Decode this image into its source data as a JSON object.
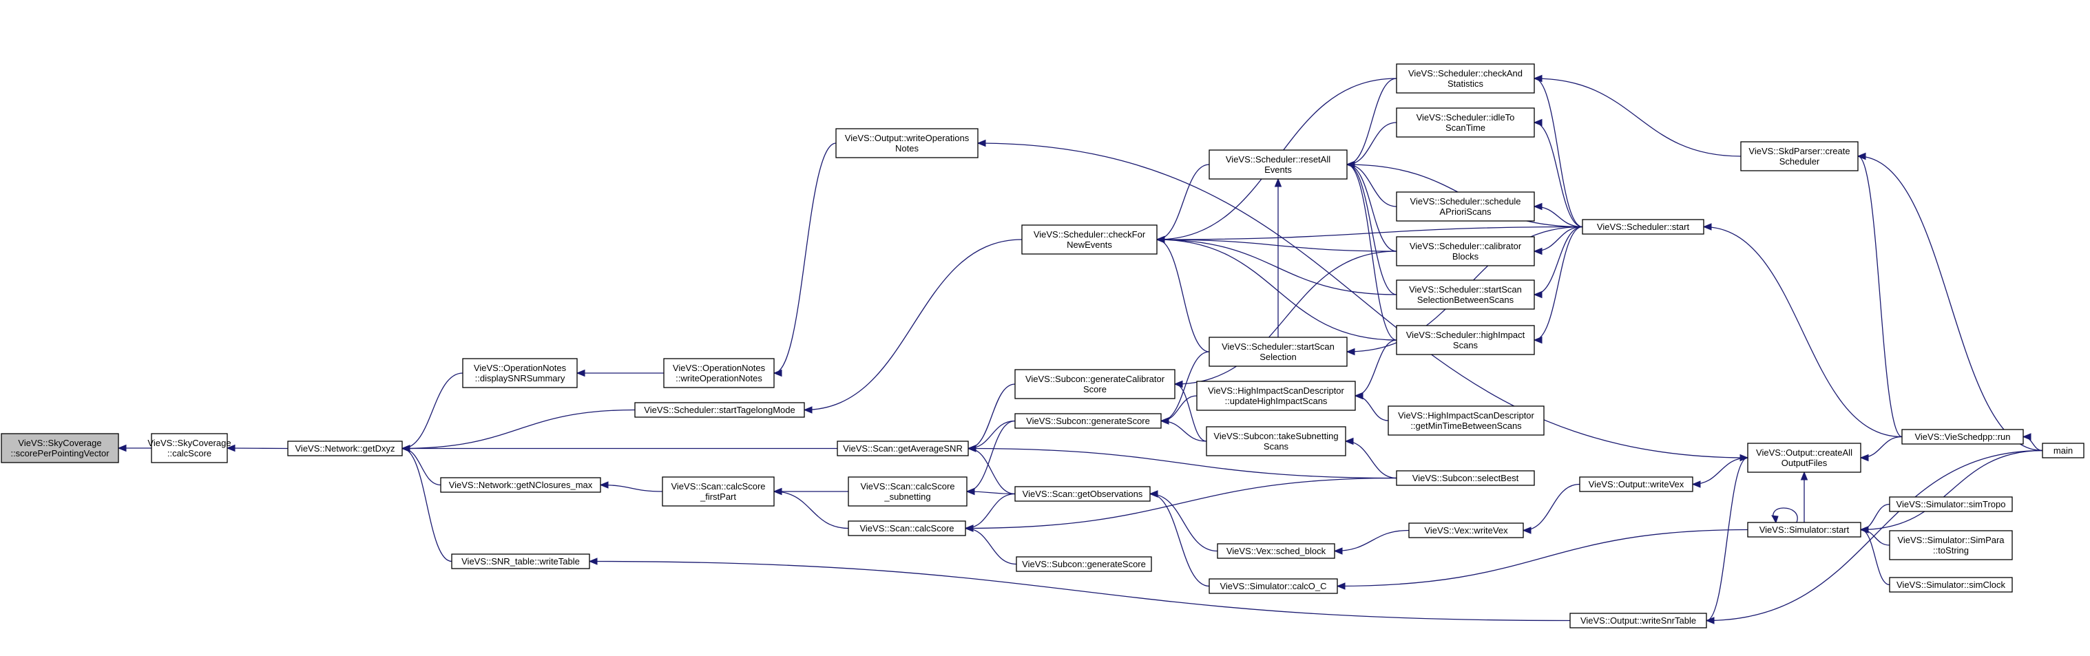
{
  "colors": {
    "edge": "#191970",
    "root_fill": "#bfbfbf",
    "node_border": "#000000"
  },
  "nodes": [
    {
      "id": "root",
      "lines": [
        "VieVS::SkyCoverage",
        "::scorePerPointingVector"
      ]
    },
    {
      "id": "sc_calc",
      "lines": [
        "VieVS::SkyCoverage",
        "::calcScore"
      ]
    },
    {
      "id": "getdxyz",
      "lines": [
        "VieVS::Network::getDxyz"
      ]
    },
    {
      "id": "on_disp",
      "lines": [
        "VieVS::OperationNotes",
        "::displaySNRSummary"
      ]
    },
    {
      "id": "sch_tag",
      "lines": [
        "VieVS::Scheduler::startTagelongMode"
      ]
    },
    {
      "id": "getavg",
      "lines": [
        "VieVS::Scan::getAverageSNR"
      ]
    },
    {
      "id": "getncl",
      "lines": [
        "VieVS::Network::getNClosures_max"
      ]
    },
    {
      "id": "snrtab",
      "lines": [
        "VieVS::SNR_table::writeTable"
      ]
    },
    {
      "id": "on_write",
      "lines": [
        "VieVS::OperationNotes",
        "::writeOperationNotes"
      ]
    },
    {
      "id": "out_won",
      "lines": [
        "VieVS::Output::writeOperations",
        "Notes"
      ]
    },
    {
      "id": "checkfor",
      "lines": [
        "VieVS::Scheduler::checkFor",
        "NewEvents"
      ]
    },
    {
      "id": "calcfp",
      "lines": [
        "VieVS::Scan::calcScore",
        "_firstPart"
      ]
    },
    {
      "id": "calcsub",
      "lines": [
        "VieVS::Scan::calcScore",
        "_subnetting"
      ]
    },
    {
      "id": "calcscore",
      "lines": [
        "VieVS::Scan::calcScore"
      ]
    },
    {
      "id": "gencal",
      "lines": [
        "VieVS::Subcon::generateCalibrator",
        "Score"
      ]
    },
    {
      "id": "genscore1",
      "lines": [
        "VieVS::Subcon::generateScore"
      ]
    },
    {
      "id": "getobs",
      "lines": [
        "VieVS::Scan::getObservations"
      ]
    },
    {
      "id": "genscore2",
      "lines": [
        "VieVS::Subcon::generateScore"
      ]
    },
    {
      "id": "checkand",
      "lines": [
        "VieVS::Scheduler::checkAnd",
        "Statistics"
      ]
    },
    {
      "id": "reset",
      "lines": [
        "VieVS::Scheduler::resetAll",
        "Events"
      ]
    },
    {
      "id": "idleto",
      "lines": [
        "VieVS::Scheduler::idleTo",
        "ScanTime"
      ]
    },
    {
      "id": "schedap",
      "lines": [
        "VieVS::Scheduler::schedule",
        "APrioriScans"
      ]
    },
    {
      "id": "calblocks",
      "lines": [
        "VieVS::Scheduler::calibrator",
        "Blocks"
      ]
    },
    {
      "id": "ssbetween",
      "lines": [
        "VieVS::Scheduler::startScan",
        "SelectionBetweenScans"
      ]
    },
    {
      "id": "ssel",
      "lines": [
        "VieVS::Scheduler::startScan",
        "Selection"
      ]
    },
    {
      "id": "highimp",
      "lines": [
        "VieVS::Scheduler::highImpact",
        "Scans"
      ]
    },
    {
      "id": "hisd_upd",
      "lines": [
        "VieVS::HighImpactScanDescriptor",
        "::updateHighImpactScans"
      ]
    },
    {
      "id": "hisd_get",
      "lines": [
        "VieVS::HighImpactScanDescriptor",
        "::getMinTimeBetweenScans"
      ]
    },
    {
      "id": "takesub",
      "lines": [
        "VieVS::Subcon::takeSubnetting",
        "Scans"
      ]
    },
    {
      "id": "selbest",
      "lines": [
        "VieVS::Subcon::selectBest"
      ]
    },
    {
      "id": "schblock",
      "lines": [
        "VieVS::Vex::sched_block"
      ]
    },
    {
      "id": "vexwrite",
      "lines": [
        "VieVS::Vex::writeVex"
      ]
    },
    {
      "id": "calco",
      "lines": [
        "VieVS::Simulator::calcO_C"
      ]
    },
    {
      "id": "skdparser",
      "lines": [
        "VieVS::SkdParser::create",
        "Scheduler"
      ]
    },
    {
      "id": "schstart",
      "lines": [
        "VieVS::Scheduler::start"
      ]
    },
    {
      "id": "outwvex",
      "lines": [
        "VieVS::Output::writeVex"
      ]
    },
    {
      "id": "outcreate",
      "lines": [
        "VieVS::Output::createAll",
        "OutputFiles"
      ]
    },
    {
      "id": "simstart",
      "lines": [
        "VieVS::Simulator::start"
      ]
    },
    {
      "id": "outsnr",
      "lines": [
        "VieVS::Output::writeSnrTable"
      ]
    },
    {
      "id": "viesched",
      "lines": [
        "VieVS::VieSchedpp::run"
      ]
    },
    {
      "id": "simtropo",
      "lines": [
        "VieVS::Simulator::simTropo"
      ]
    },
    {
      "id": "simpara",
      "lines": [
        "VieVS::Simulator::SimPara",
        "::toString"
      ]
    },
    {
      "id": "simclock",
      "lines": [
        "VieVS::Simulator::simClock"
      ]
    },
    {
      "id": "main",
      "lines": [
        "main"
      ]
    }
  ],
  "edges": [
    {
      "from": "sc_calc",
      "to": "root"
    },
    {
      "from": "getdxyz",
      "to": "sc_calc"
    },
    {
      "from": "on_disp",
      "to": "getdxyz"
    },
    {
      "from": "sch_tag",
      "to": "getdxyz"
    },
    {
      "from": "getavg",
      "to": "getdxyz"
    },
    {
      "from": "getncl",
      "to": "getdxyz"
    },
    {
      "from": "snrtab",
      "to": "getdxyz"
    },
    {
      "from": "on_write",
      "to": "on_disp"
    },
    {
      "from": "out_won",
      "to": "on_write"
    },
    {
      "from": "checkfor",
      "to": "sch_tag"
    },
    {
      "from": "gencal",
      "to": "getavg"
    },
    {
      "from": "genscore1",
      "to": "getavg"
    },
    {
      "from": "getobs",
      "to": "getavg"
    },
    {
      "from": "selbest",
      "to": "getavg"
    },
    {
      "from": "calcfp",
      "to": "getncl"
    },
    {
      "from": "outsnr",
      "to": "snrtab"
    },
    {
      "from": "outcreate",
      "to": "out_won"
    },
    {
      "from": "reset",
      "to": "checkfor"
    },
    {
      "from": "calblocks",
      "to": "checkfor"
    },
    {
      "from": "ssbetween",
      "to": "checkfor"
    },
    {
      "from": "highimp",
      "to": "checkfor"
    },
    {
      "from": "ssel",
      "to": "checkfor"
    },
    {
      "from": "checkand",
      "to": "checkfor"
    },
    {
      "from": "schstart",
      "to": "checkfor"
    },
    {
      "from": "calcsub",
      "to": "calcfp"
    },
    {
      "from": "calcscore",
      "to": "calcfp"
    },
    {
      "from": "getobs",
      "to": "calcsub"
    },
    {
      "from": "genscore1",
      "to": "calcsub"
    },
    {
      "from": "getobs",
      "to": "calcscore"
    },
    {
      "from": "genscore2",
      "to": "calcscore"
    },
    {
      "from": "selbest",
      "to": "calcscore"
    },
    {
      "from": "calblocks",
      "to": "gencal"
    },
    {
      "from": "takesub",
      "to": "gencal"
    },
    {
      "from": "ssel",
      "to": "genscore1"
    },
    {
      "from": "hisd_upd",
      "to": "genscore1"
    },
    {
      "from": "takesub",
      "to": "genscore1"
    },
    {
      "from": "schblock",
      "to": "getobs"
    },
    {
      "from": "calco",
      "to": "getobs"
    },
    {
      "from": "checkand",
      "to": "reset"
    },
    {
      "from": "idleto",
      "to": "reset"
    },
    {
      "from": "schedap",
      "to": "reset"
    },
    {
      "from": "calblocks",
      "to": "reset"
    },
    {
      "from": "ssbetween",
      "to": "reset"
    },
    {
      "from": "highimp",
      "to": "reset"
    },
    {
      "from": "ssel",
      "to": "reset"
    },
    {
      "from": "schstart",
      "to": "reset"
    },
    {
      "from": "skdparser",
      "to": "checkand"
    },
    {
      "from": "schstart",
      "to": "checkand"
    },
    {
      "from": "schstart",
      "to": "idleto"
    },
    {
      "from": "schstart",
      "to": "schedap"
    },
    {
      "from": "schstart",
      "to": "calblocks"
    },
    {
      "from": "schstart",
      "to": "ssbetween"
    },
    {
      "from": "schstart",
      "to": "ssel"
    },
    {
      "from": "schstart",
      "to": "highimp"
    },
    {
      "from": "highimp",
      "to": "hisd_upd"
    },
    {
      "from": "hisd_get",
      "to": "hisd_upd"
    },
    {
      "from": "selbest",
      "to": "takesub"
    },
    {
      "from": "vexwrite",
      "to": "schblock"
    },
    {
      "from": "outwvex",
      "to": "vexwrite"
    },
    {
      "from": "simstart",
      "to": "calco"
    },
    {
      "from": "viesched",
      "to": "skdparser"
    },
    {
      "from": "viesched",
      "to": "schstart"
    },
    {
      "from": "outcreate",
      "to": "outwvex"
    },
    {
      "from": "viesched",
      "to": "outcreate"
    },
    {
      "from": "simstart",
      "to": "outcreate"
    },
    {
      "from": "main",
      "to": "simstart"
    },
    {
      "from": "simstart",
      "to": "simstart"
    },
    {
      "from": "simtropo",
      "to": "simstart"
    },
    {
      "from": "simpara",
      "to": "simstart"
    },
    {
      "from": "simclock",
      "to": "simstart"
    },
    {
      "from": "outsnr",
      "to": "outcreate"
    },
    {
      "from": "main",
      "to": "outsnr"
    },
    {
      "from": "main",
      "to": "viesched"
    },
    {
      "from": "main",
      "to": "skdparser"
    }
  ]
}
